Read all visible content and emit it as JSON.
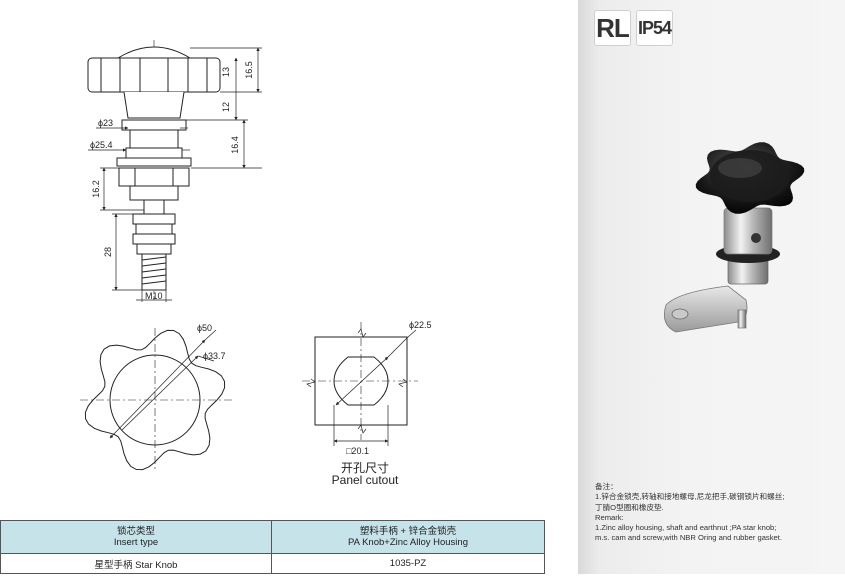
{
  "badges": {
    "model": "RL",
    "rating": "IP54"
  },
  "drawing": {
    "dim_13": "13",
    "dim_16_5": "16.5",
    "dim_12": "12",
    "dim_16_4": "16.4",
    "dim_phi23": "ϕ23",
    "dim_phi25_4": "ϕ25.4",
    "dim_16_2": "16.2",
    "dim_28": "28",
    "dim_m10": "M10",
    "dim_phi50": "ϕ50",
    "dim_phi33_7": "ϕ33.7",
    "dim_phi22_5": "ϕ22.5",
    "dim_sq20_1": "□20.1"
  },
  "caption": {
    "cn": "开孔尺寸",
    "en": "Panel cutout"
  },
  "table": {
    "headers": [
      {
        "cn": "锁芯类型",
        "en": "Insert type"
      },
      {
        "cn": "塑料手柄 + 锌合金锁壳",
        "en": "PA Knob+Zinc Alloy  Housing"
      }
    ],
    "rows": [
      {
        "type": "星型手柄 Star Knob",
        "code": "1035-PZ"
      }
    ]
  },
  "remarks": [
    "备注：",
    "1.锌合金锁壳,转轴和接地螺母,尼龙把手,碳钢锁片和螺丝;",
    "丁腈O型圈和橡皮垫.",
    "Remark:",
    "1.Zinc alloy housing, shaft and earthnut ;PA star knob;",
    "m.s. cam and screw,with NBR Oring and rubber gasket."
  ]
}
